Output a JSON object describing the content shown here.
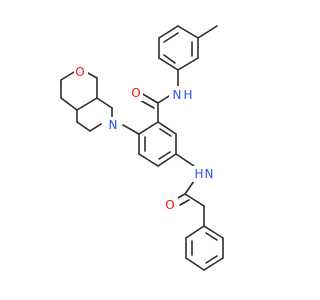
{
  "colors": {
    "bond": "#2b2b2b",
    "nitrogen": "#3050f8",
    "oxygen": "#ff0d0d",
    "carbon": "#2b2b2b",
    "background": "#ffffff"
  },
  "atoms": {
    "amide_nh": {
      "element": "N",
      "label": "N",
      "hydrogen": "H"
    },
    "amide_o": {
      "element": "O",
      "label": "O"
    },
    "morpholine_n": {
      "element": "N",
      "label": "N"
    },
    "morpholine_o": {
      "element": "O",
      "label": "O"
    },
    "acetamide_nh": {
      "element": "N",
      "label": "N",
      "hydrogen": "H"
    },
    "acetamide_o": {
      "element": "O",
      "label": "O"
    }
  }
}
